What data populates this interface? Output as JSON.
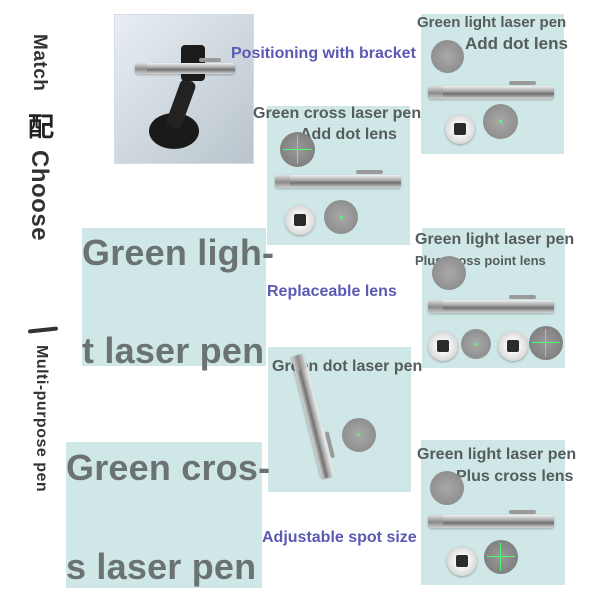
{
  "left_column": {
    "match": "Match",
    "pei": "配",
    "choose": "Choose",
    "yi": "一",
    "multi_purpose_pen": "Multi-purpose pen"
  },
  "panels": {
    "bracket": {
      "caption": "Positioning with bracket"
    },
    "green_light_dot": {
      "line1": "Green light laser pen",
      "line2": "Add dot lens"
    },
    "green_cross_dot": {
      "line1": "Green cross laser pen",
      "line2": "Add dot lens"
    },
    "green_light_cross_point": {
      "line1": "Green light laser pen",
      "line2": "Plus cross point lens"
    },
    "green_dot": {
      "line1": "Green dot laser pen"
    },
    "green_light_cross": {
      "line1": "Green light laser pen",
      "line2": "Plus cross lens"
    }
  },
  "big_labels": {
    "green_light_l1": "Green ligh-",
    "green_light_l2": "t laser pen",
    "green_cross_l1": "Green cros-",
    "green_cross_l2": "s laser pen"
  },
  "mid_captions": {
    "replaceable": "Replaceable lens",
    "adjustable": "Adjustable spot size"
  },
  "colors": {
    "panel_bg": "#cfe7e6",
    "caption_blue": "#5a5ab4",
    "laser_green": "#47ff6f"
  }
}
